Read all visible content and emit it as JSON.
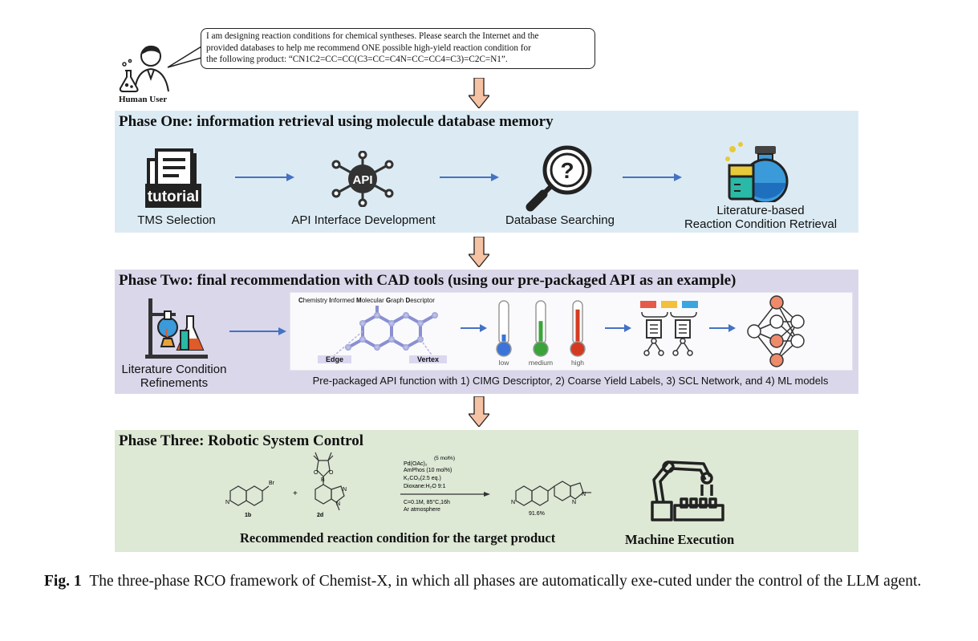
{
  "user": {
    "label": "Human User",
    "prompt_lines": [
      "I am designing reaction conditions for chemical syntheses. Please search the Internet and the",
      "provided databases to help me recommend ONE possible high-yield reaction condition for",
      "the following product: “CN1C2=CC=CC(C3=CC=C4N=CC=CC4=C3)=C2C=N1”."
    ]
  },
  "phase1": {
    "title": "Phase One: information retrieval using molecule database memory",
    "steps": [
      {
        "label": "TMS Selection",
        "icon": "tutorial-folder-icon",
        "badge": "tutorial"
      },
      {
        "label": "API Interface Development",
        "icon": "api-network-icon",
        "badge": "API"
      },
      {
        "label": "Database Searching",
        "icon": "magnifier-question-icon",
        "badge": "?"
      },
      {
        "label_lines": [
          "Literature-based",
          "Reaction Condition Retrieval"
        ],
        "icon": "flask-beaker-icon"
      }
    ]
  },
  "phase2": {
    "title": "Phase Two: final recommendation with CAD tools (using our pre-packaged API as an example)",
    "left_label_lines": [
      "Literature Condition",
      "Refinements"
    ],
    "descriptor_title_parts": [
      {
        "cap": "C",
        "rest": "hemistry "
      },
      {
        "cap": "I",
        "rest": "nformed "
      },
      {
        "cap": "M",
        "rest": "olecular "
      },
      {
        "cap": "G",
        "rest": "raph "
      },
      {
        "cap": "D",
        "rest": "escriptor"
      }
    ],
    "edge_label": "Edge",
    "vertex_label": "Vertex",
    "thermometers": [
      {
        "label": "low",
        "color": "#3b73d9",
        "level": 0.25
      },
      {
        "label": "medium",
        "color": "#3aa43a",
        "level": 0.6
      },
      {
        "label": "high",
        "color": "#d43a22",
        "level": 0.9
      }
    ],
    "caption": "Pre-packaged API function with 1) CIMG Descriptor, 2) Coarse Yield Labels, 3) SCL Network, and 4) ML models"
  },
  "phase3": {
    "title": "Phase Three: Robotic System Control",
    "conditions": [
      "Pd(OAc)₂",
      "(5 mol%)",
      "AmPhos (10 mol%)",
      "K₂CO₃(2.5 eq.)",
      "Dioxane:H₂O 9:1",
      "C=0.1M, 85°C,16h",
      "Ar atmosphere"
    ],
    "reactant1_label": "1b",
    "reactant2_label": "2d",
    "plus": "+",
    "br": "Br",
    "boron": "B",
    "oxygen": "O",
    "nitrogen": "N",
    "yield": "91.6%",
    "recommended_label": "Recommended reaction condition for the target product",
    "machine_label": "Machine Execution"
  },
  "caption": {
    "fig": "Fig. 1",
    "text": "The three-phase RCO framework of Chemist-X, in which all phases are automatically exe-cuted under the control of the LLM agent."
  },
  "colors": {
    "phase1_bg": "#dcebf3",
    "phase2_bg": "#dbd7ea",
    "phase3_bg": "#dde8d5",
    "arrow_blue": "#4472c4",
    "down_arrow_fill": "#f6c2a4"
  }
}
